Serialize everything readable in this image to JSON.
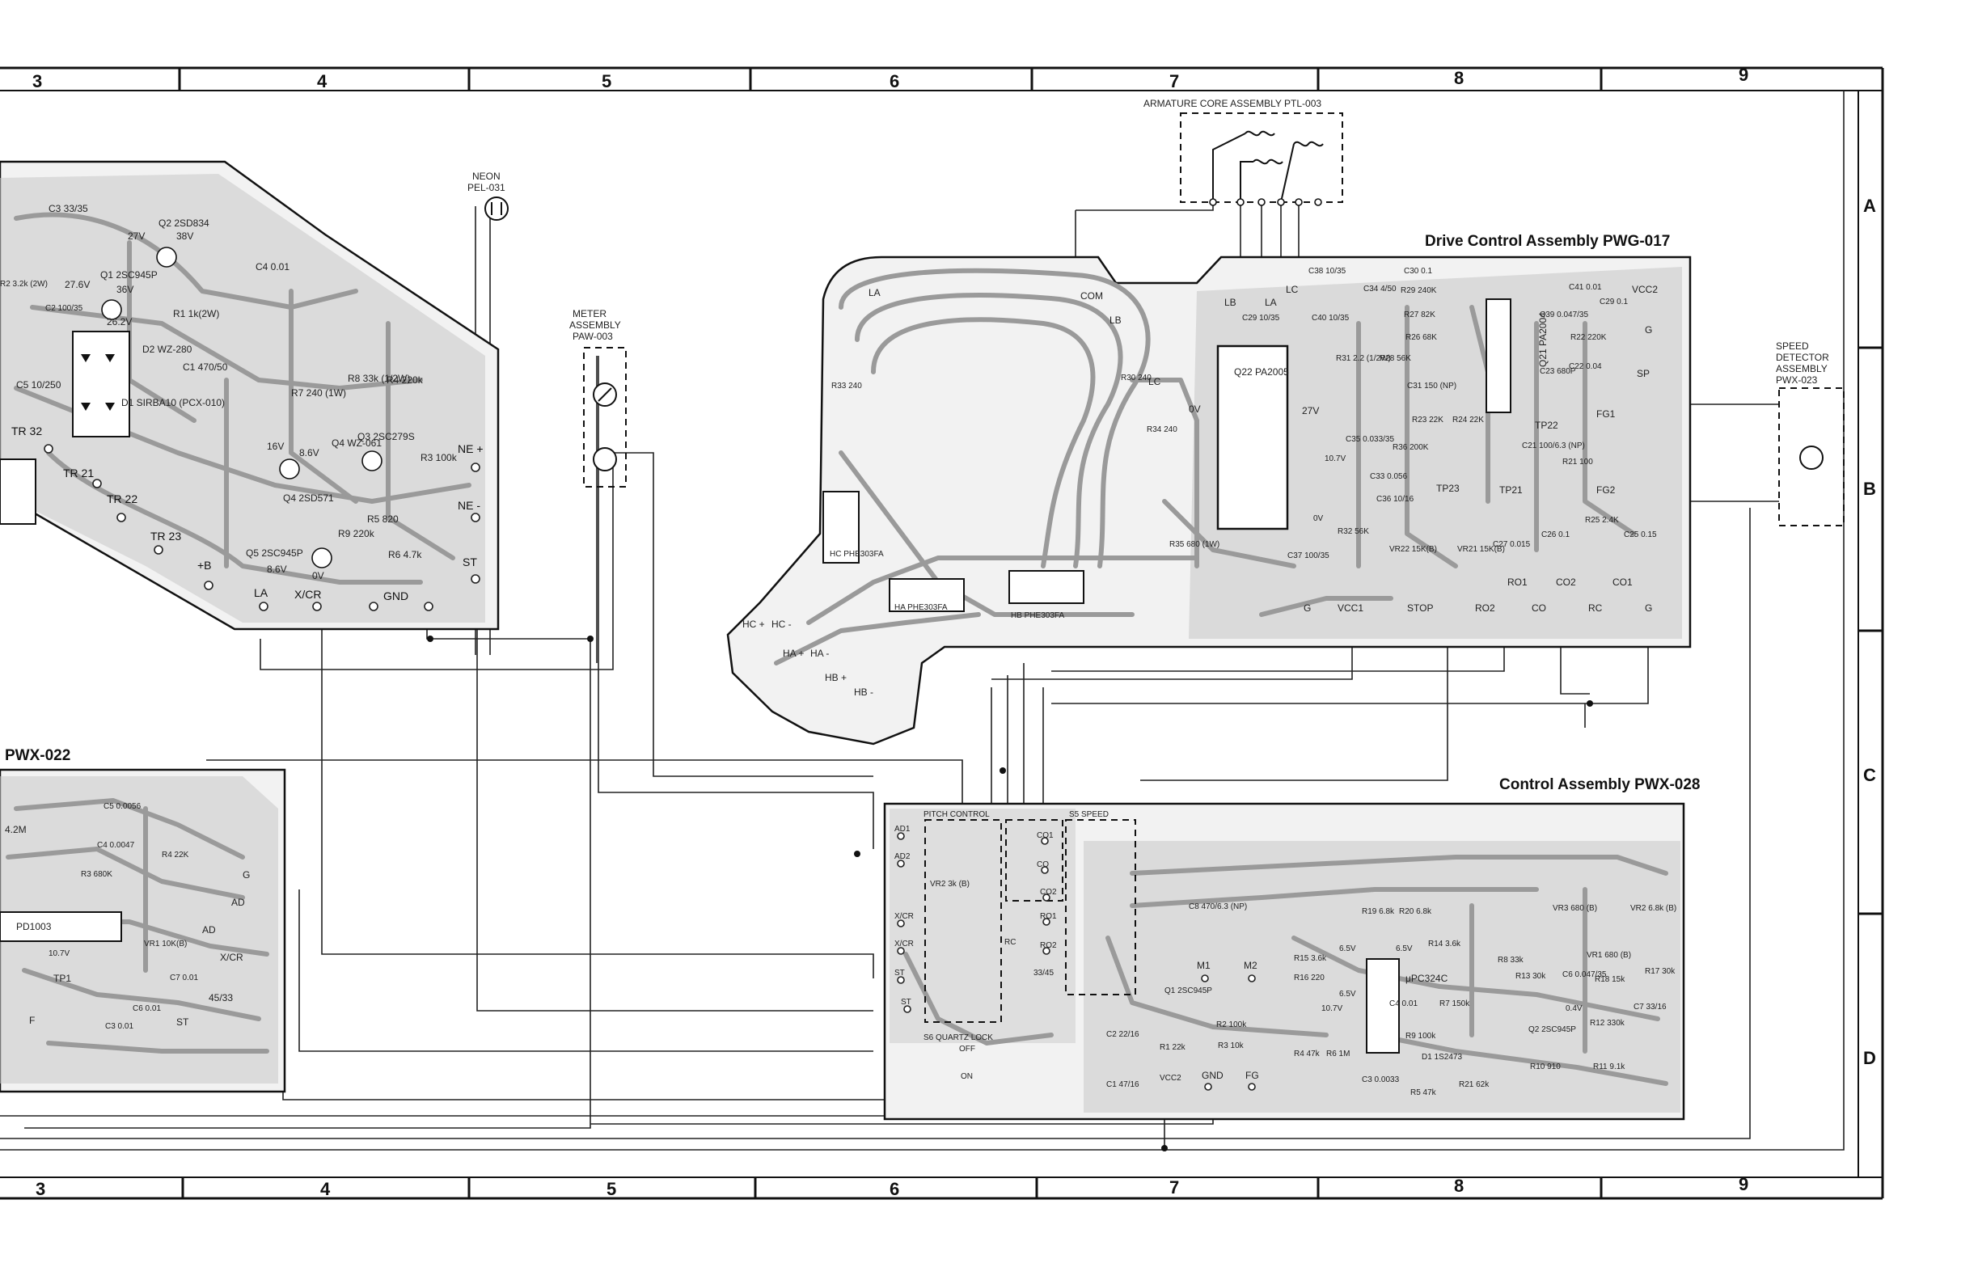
{
  "grid": {
    "columns": [
      "3",
      "4",
      "5",
      "6",
      "7",
      "8",
      "9"
    ],
    "rows": [
      "A",
      "B",
      "C",
      "D"
    ]
  },
  "assemblies": {
    "armature": "ARMATURE CORE ASSEMBLY PTL-003",
    "drive": "Drive Control Assembly PWG-017",
    "neon": [
      "NEON",
      "PEL-031"
    ],
    "meter": [
      "METER",
      "ASSEMBLY",
      "PAW-003"
    ],
    "speed": [
      "SPEED",
      "DETECTOR",
      "ASSEMBLY",
      "PWX-023"
    ],
    "left_lower": "PWX-022",
    "control": "Control Assembly PWX-028"
  },
  "left_board": {
    "components": [
      "C3 33/35",
      "Q2 2SD834",
      "27V",
      "38V",
      "27.6V",
      "Q1 2SC945P",
      "36V",
      "26.2V",
      "C4 0.01",
      "R1 1k(2W)",
      "D2 WZ-280",
      "C1 470/50",
      "D1 SIRBA10 (PCX-010)",
      "C5 10/250",
      "R7 240 (1W)",
      "R8 33k (1/2W)",
      "R4 220k",
      "Q4 WZ-061",
      "16V",
      "8.6V",
      "Q3 2SC279S",
      "R3 100k",
      "Q4 2SD571",
      "R9 220k",
      "R5 820",
      "Q5 2SC945P",
      "8.6V",
      "0V",
      "R6 4.7k",
      "R2 3.2k (2W)",
      "C2 100/35"
    ],
    "terminals": [
      "TR 32",
      "TR 21",
      "TR 22",
      "TR 23",
      "+B",
      "LA",
      "X/CR",
      "GND",
      "NE +",
      "NE -",
      "ST"
    ]
  },
  "drive_board": {
    "components": [
      "LA",
      "COM",
      "LB",
      "LB",
      "LA",
      "LC",
      "C38 10/35",
      "C34 4/50",
      "C29 10/35",
      "C40 10/35",
      "R31 2.2 (1/2W)",
      "Q22 PA2005",
      "R30 240",
      "R34 240",
      "LC",
      "0V",
      "27V",
      "R33 240",
      "C30 0.1",
      "R29 240K",
      "R27 82K",
      "R26 68K",
      "R28 56K",
      "C31 150 (NP)",
      "R23 22K",
      "R24 22K",
      "C35 0.033/35",
      "R36 200K",
      "C33 0.056",
      "C36 10/16",
      "R32 56K",
      "VR22 15K(B)",
      "VR21 15K(B)",
      "R35 680 (1W)",
      "C37 100/35",
      "10.7V",
      "0V",
      "Q21 PA2004",
      "C41 0.01",
      "C39 0.047/35",
      "C29 0.1",
      "R22 220K",
      "C23 680P",
      "C22 0.04",
      "C21 100/6.3 (NP)",
      "R21 100",
      "C27 0.015",
      "C26 0.1",
      "R25 2.4K",
      "C25 0.15",
      "TP22",
      "TP21",
      "TP23",
      "HC PHE303FA",
      "HA PHE303FA",
      "HB PHE303FA"
    ],
    "terminals": [
      "VCC2",
      "G",
      "SP",
      "FG1",
      "FG2",
      "RO1",
      "CO2",
      "CO1",
      "G",
      "VCC1",
      "STOP",
      "RO2",
      "CO",
      "RC",
      "G",
      "HC +",
      "HC -",
      "HA +",
      "HA -",
      "HB +",
      "HB -"
    ]
  },
  "lower_left_board": {
    "components": [
      "C5 0.0056",
      "4.2M",
      "C4 0.0047",
      "R4 22K",
      "R3 680K",
      "PD1003",
      "10.7V",
      "VR1 10K(B)",
      "C7 0.01",
      "C6 0.01",
      "45/33",
      "TP1",
      "C3 0.01"
    ],
    "terminals": [
      "G",
      "AD",
      "AD",
      "X/CR",
      "ST",
      "F"
    ]
  },
  "control_board": {
    "labels": [
      "PITCH CONTROL",
      "S5 SPEED",
      "S6 QUARTZ LOCK",
      "OFF",
      "ON"
    ],
    "components": [
      "VR2 3k (B)",
      "C8 470/6.3 (NP)",
      "Q1 2SC945P",
      "C2 22/16",
      "C1 47/16",
      "R1 22k",
      "R2 100k",
      "R3 10k",
      "R19 6.8k",
      "R20 6.8k",
      "6.5V",
      "6.5V",
      "R14 3.6k",
      "R15 3.6k",
      "R16 220",
      "6.5V",
      "10.7V",
      "μPC324C",
      "C4 0.01",
      "R7 150k",
      "R9 100k",
      "D1 1S2473",
      "R21 62k",
      "R5 47k",
      "C3 0.0033",
      "R4 47k",
      "R6 1M",
      "VR3 680 (B)",
      "VR2 6.8k (B)",
      "VR1 680 (B)",
      "R8 33k",
      "R13 30k",
      "C6 0.047/35",
      "R18 15k",
      "R17 30k",
      "C7 33/16",
      "R12 330k",
      "Q2 2SC945P",
      "R10 910",
      "R11 9.1k",
      "0.4V"
    ],
    "terminals": [
      "AD1",
      "AD2",
      "X/CR",
      "X/CR",
      "ST",
      "ST",
      "CO1",
      "CO",
      "CO2",
      "RO1",
      "RC",
      "RO2",
      "33/45",
      "M1",
      "M2",
      "GND",
      "FG",
      "VCC2"
    ]
  }
}
